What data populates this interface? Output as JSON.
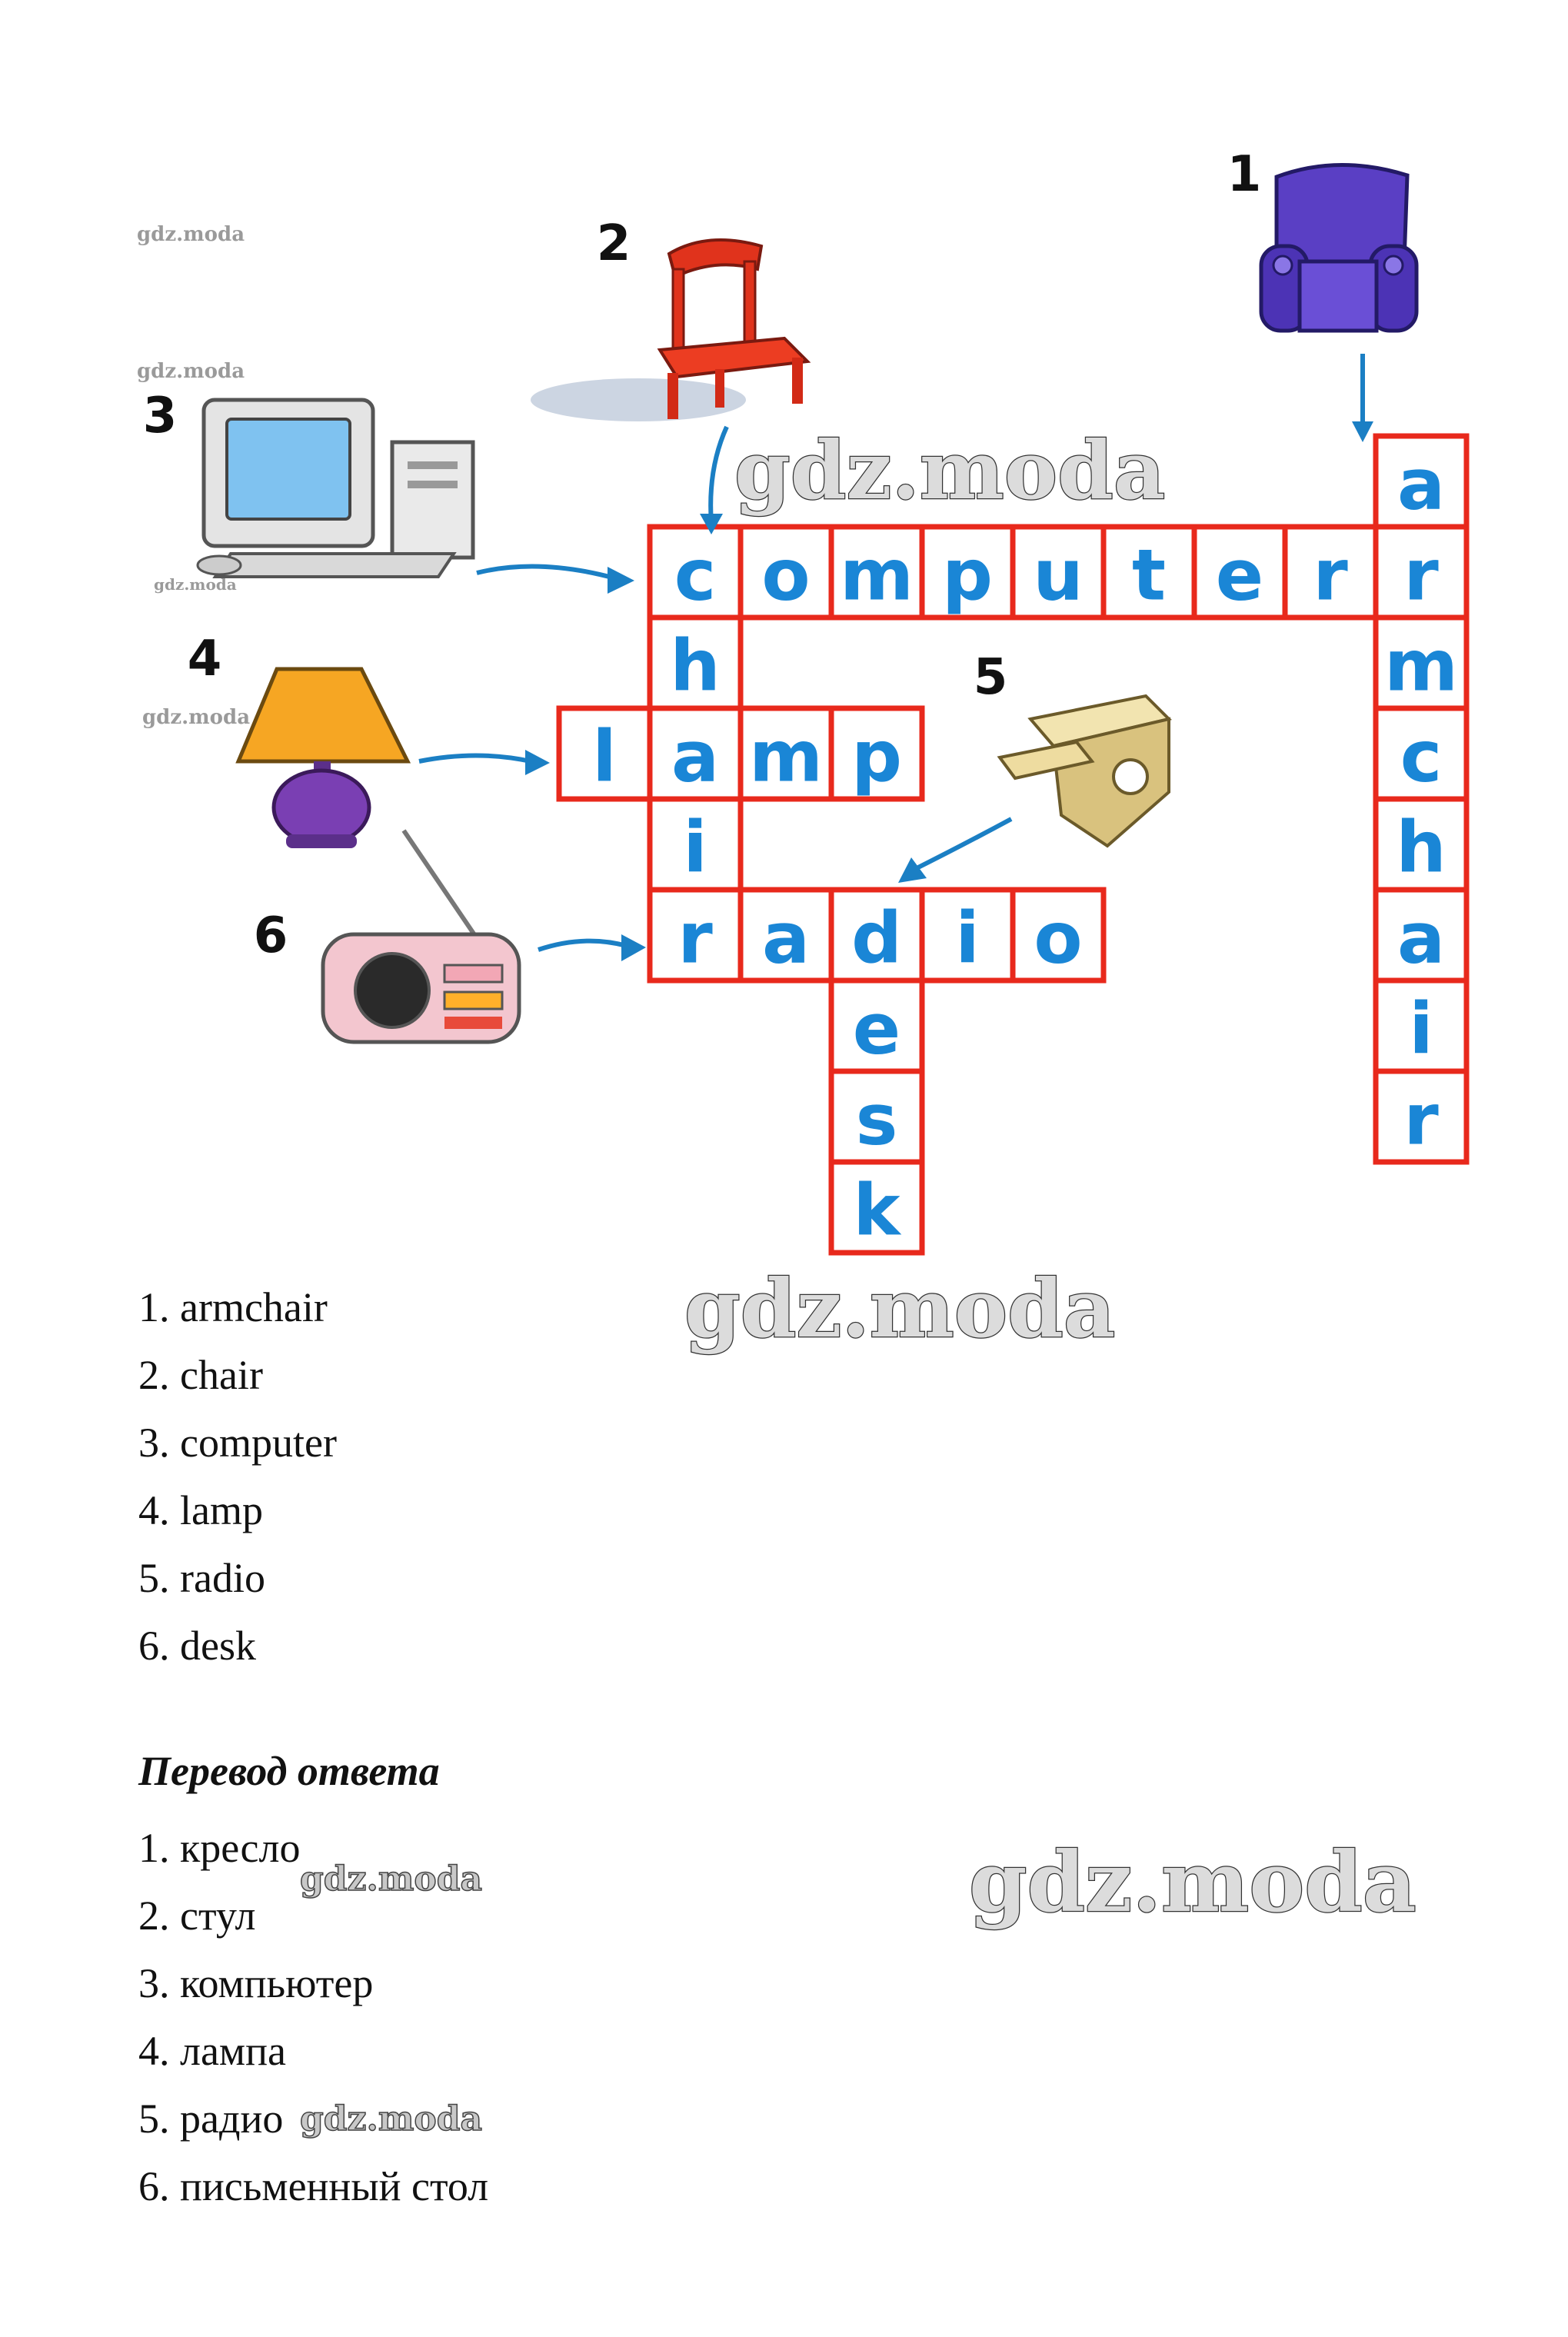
{
  "watermark": "gdz.moda",
  "clue_numbers": [
    "1",
    "2",
    "3",
    "4",
    "5",
    "6"
  ],
  "crossword": {
    "computer": [
      "c",
      "o",
      "m",
      "p",
      "u",
      "t",
      "e",
      "r"
    ],
    "chair": [
      "c",
      "h",
      "a",
      "i",
      "r"
    ],
    "lamp": [
      "l",
      "a",
      "m",
      "p"
    ],
    "radio": [
      "r",
      "a",
      "d",
      "i",
      "o"
    ],
    "desk": [
      "d",
      "e",
      "s",
      "k"
    ],
    "armchair": [
      "a",
      "r",
      "m",
      "c",
      "h",
      "a",
      "i",
      "r"
    ]
  },
  "answers": [
    {
      "num": "1.",
      "text": "armchair"
    },
    {
      "num": "2.",
      "text": "chair"
    },
    {
      "num": "3.",
      "text": "computer"
    },
    {
      "num": "4.",
      "text": "lamp"
    },
    {
      "num": "5.",
      "text": "radio"
    },
    {
      "num": "6.",
      "text": "desk"
    }
  ],
  "translation_heading": "Перевод ответа",
  "translation": [
    {
      "num": "1.",
      "text": "кресло"
    },
    {
      "num": "2.",
      "text": "стул"
    },
    {
      "num": "3.",
      "text": "компьютер"
    },
    {
      "num": "4.",
      "text": "лампа"
    },
    {
      "num": "5.",
      "text": "радио"
    },
    {
      "num": "6.",
      "text": "письменный стол"
    }
  ],
  "colors": {
    "grid_border": "#e8291c",
    "letters": "#1a86d6",
    "arrows": "#1b7fc4"
  }
}
